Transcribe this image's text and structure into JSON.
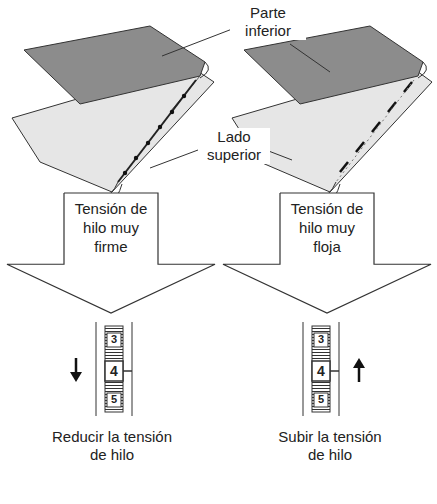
{
  "diagram": {
    "nodes": [
      {
        "text": [
          "Tensión de hilo muy firme"
        ]
      },
      {
        "text": [
          "Tensión de hilo muy floja"
        ]
      }
    ],
    "labels": [
      "Parte inferior",
      "Lado superior",
      "3",
      "4",
      "5",
      "3",
      "4",
      "5",
      "Reducir la tensión de hilo",
      "Subir la tensión de hilo"
    ]
  }
}
